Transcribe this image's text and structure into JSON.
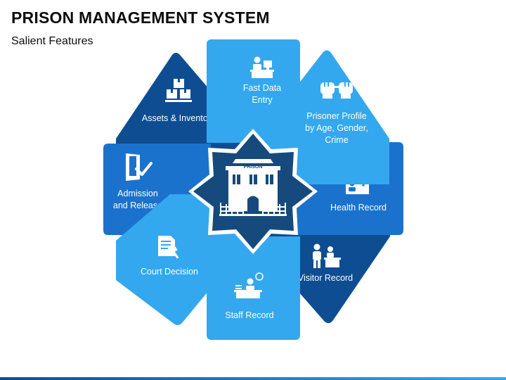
{
  "title": "PRISON MANAGEMENT SYSTEM",
  "subtitle": "Salient Features",
  "center": {
    "label": "PRISON",
    "icon": "prison-building-icon"
  },
  "colors": {
    "dark": "#0e4d92",
    "mid": "#1b72cc",
    "light": "#33a8ee",
    "center": "#174a7c"
  },
  "features": [
    {
      "id": "fast-data-entry",
      "line1": "Fast Data",
      "line2": "Entry",
      "icon": "data-entry-desk-icon"
    },
    {
      "id": "prisoner-profile",
      "line1": "Prisoner Profile",
      "line2": "by Age, Gender,",
      "line3": "Crime",
      "icon": "handcuffed-fists-icon"
    },
    {
      "id": "health-record",
      "line1": "Health Record",
      "icon": "medical-folder-icon"
    },
    {
      "id": "visitor-record",
      "line1": "Visitor Record",
      "icon": "visitor-desk-icon"
    },
    {
      "id": "staff-record",
      "line1": "Staff Record",
      "icon": "staff-desk-icon"
    },
    {
      "id": "court-decision",
      "line1": "Court Decision",
      "icon": "legal-document-icon"
    },
    {
      "id": "admission-release",
      "line1": "Admission",
      "line2": "and Release",
      "icon": "door-check-icon"
    },
    {
      "id": "assets-inventory",
      "line1": "Assets & Inventory",
      "icon": "boxes-icon"
    }
  ]
}
